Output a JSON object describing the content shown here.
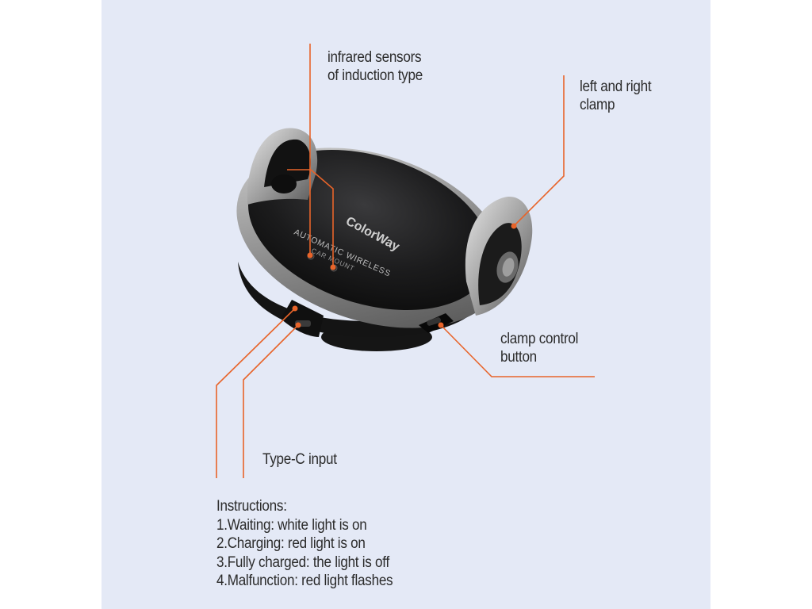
{
  "labels": {
    "infrared": "infrared sensors\nof induction type",
    "clamp": "left and right\nclamp",
    "button": "clamp control\nbutton",
    "typec": "Type-C input"
  },
  "instructions": {
    "heading": "Instructions:",
    "items": [
      "1.Waiting: white light is on",
      "2.Charging: red light is on",
      "3.Fully charged: the light is off",
      "4.Malfunction: red light flashes"
    ]
  },
  "device": {
    "brand": "ColorWay",
    "line1": "AUTOMATIC WIRELESS",
    "line2": "CAR MOUNT"
  },
  "colors": {
    "background": "#e4e9f6",
    "callout": "#e8642a",
    "text": "#2b2b2b"
  }
}
